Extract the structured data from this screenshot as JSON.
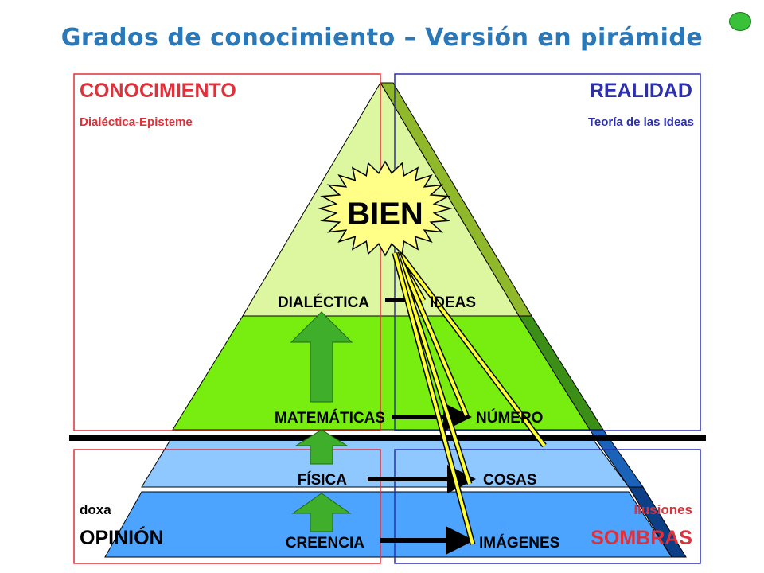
{
  "slide": {
    "title": "Grados de conocimiento – Versión en pirámide"
  },
  "left_panel": {
    "heading_top": "CONOCIMIENTO",
    "sub_top": "Dialéctica-Episteme",
    "sub_bottom": "doxa",
    "heading_bottom": "OPINIÓN"
  },
  "right_panel": {
    "heading_top": "REALIDAD",
    "sub_top": "Teoría de las Ideas",
    "sub_bottom": "Ilusiones",
    "heading_bottom": "SOMBRAS"
  },
  "center": {
    "sun_label": "BIEN"
  },
  "levels": [
    {
      "knowledge": "DIALÉCTICA",
      "object": "IDEAS"
    },
    {
      "knowledge": "MATEMÁTICAS",
      "object": "NÚMERO"
    },
    {
      "knowledge": "FÍSICA",
      "object": "COSAS"
    },
    {
      "knowledge": "CREENCIA",
      "object": "IMÁGENES"
    }
  ],
  "colors": {
    "title": "#2a78b8",
    "left_frame": "#e0303a",
    "right_frame": "#2b2fb0",
    "top_tier": "#dcf7a0",
    "upper_tier": "#77ee10",
    "lower_tier": "#8fc8ff",
    "bottom_tier": "#4da4ff",
    "sun": "#ffff88",
    "rays": "#ffff33",
    "up_arrow": "#3fae2a",
    "divider": "#000000"
  },
  "icons": {
    "next_button": "green-oval-icon",
    "sun": "sun-burst-icon",
    "up_arrow": "up-arrow-icon",
    "right_arrow": "right-arrow-icon"
  }
}
